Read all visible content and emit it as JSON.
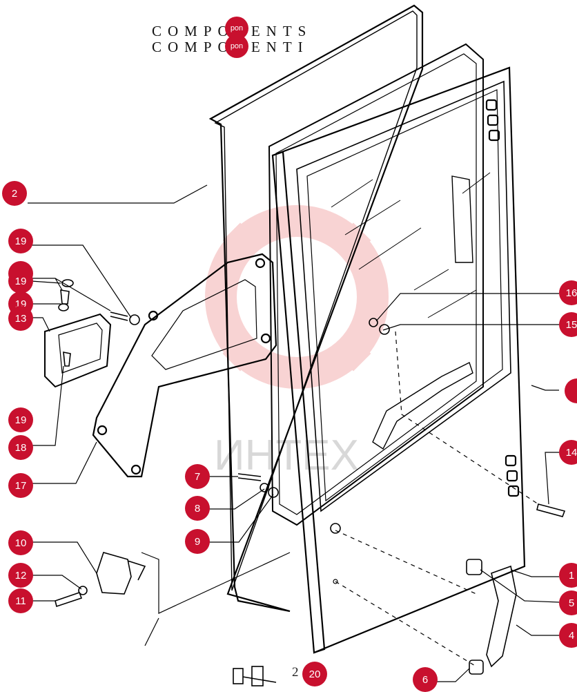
{
  "title": {
    "line1": "COMPONENTS",
    "line2": "COMPONENTI",
    "dot_text": "pon"
  },
  "watermark": {
    "text": "ИНТЕХ",
    "color": "#f6c9c9"
  },
  "accent_color": "#c8102e",
  "labels": [
    "1",
    "2",
    "4",
    "5",
    "6",
    "7",
    "8",
    "9",
    "10",
    "11",
    "12",
    "13",
    "14",
    "15",
    "16",
    "17",
    "18",
    "19",
    "20"
  ],
  "side_label_20": "2"
}
